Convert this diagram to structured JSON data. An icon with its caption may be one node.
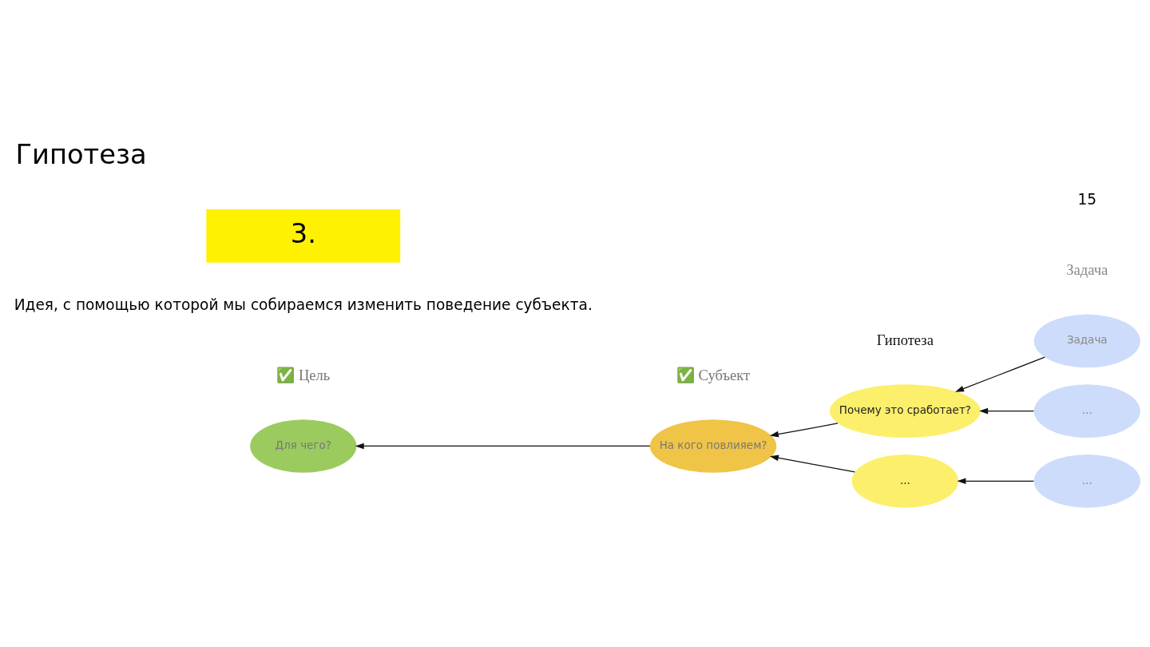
{
  "diagram": {
    "title": "Гипотеза",
    "nodes": [
      {
        "text": [
          "Для чего?"
        ]
      },
      {
        "text": [
          "На кого повлияем?"
        ]
      },
      {
        "text": [
          "Почему это сработает?"
        ]
      },
      {
        "text": [
          "..."
        ]
      },
      {
        "text": [
          "Задача"
        ]
      },
      {
        "text": [
          "..."
        ]
      },
      {
        "text": [
          "..."
        ]
      }
    ],
    "edges": [
      {
        "from": 1,
        "to": 0,
        "arrow": "to"
      },
      {
        "from": 2,
        "to": 1,
        "arrow": "to"
      },
      {
        "from": 3,
        "to": 1,
        "arrow": "to"
      },
      {
        "from": 4,
        "to": 2,
        "arrow": "to"
      },
      {
        "from": 5,
        "to": 2,
        "arrow": "to"
      },
      {
        "from": 6,
        "to": 3,
        "arrow": "to"
      }
    ],
    "labels": [
      "3.",
      "Идея, с помощью которой мы собираемся изменить поведение субъекта.",
      "Задача",
      "Гипотеза",
      "✅ Цель",
      "✅ Субъект",
      "15"
    ]
  }
}
